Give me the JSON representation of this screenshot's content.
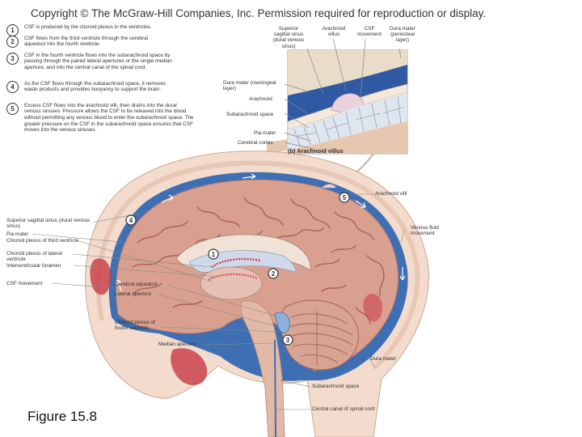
{
  "copyright": "Copyright © The McGraw-Hill Companies, Inc. Permission required for reproduction or display.",
  "steps": [
    {
      "num": "1",
      "text": "CSF is produced by the choroid plexus in the ventricles."
    },
    {
      "num": "2",
      "text": "CSF flows from the third ventricle through the cerebral aqueduct into the fourth ventricle."
    },
    {
      "num": "3",
      "text": "CSF in the fourth ventricle flows into the subarachnoid space by passing through the paired lateral apertures or the single median aperture, and into the central canal of the spinal cord."
    },
    {
      "num": "4",
      "text": "As the CSF flows through the subarachnoid space, it removes waste products and provides buoyancy to support the brain."
    },
    {
      "num": "5",
      "text": "Excess CSF flows into the arachnoid villi, then drains into the dural venous sinuses. Pressure allows the CSF to be released into the blood without permitting any venous blood to enter the subarachnoid space. The greater pressure on the CSF in the subarachnoid space ensures that CSF moves into the venous sinuses."
    }
  ],
  "inset": {
    "top_labels": [
      "Superior sagittal sinus (dural venous sinus)",
      "Arachnoid villus",
      "CSF movement",
      "Dura mater (periosteal layer)"
    ],
    "side_labels": [
      "Dura mater (meningeal layer)",
      "Arachnoid",
      "Subarachnoid space",
      "Pia mater",
      "Cerebral cortex"
    ],
    "caption": "(b) Arachnoid villus"
  },
  "brain_labels_left": [
    "Superior sagittal sinus (dural venous sinus)",
    "Pia mater",
    "Choroid plexus of third ventricle",
    "Choroid plexus of lateral ventricle",
    "Interventricular foramen",
    "CSF movement"
  ],
  "brain_labels_lower": [
    "Cerebral aqueduct",
    "Lateral aperture",
    "Choroid plexus of fourth ventricle",
    "Median aperture"
  ],
  "brain_labels_right": [
    "Arachnoid villi",
    "Venous fluid movement",
    "Dura mater",
    "Subarachnoid space",
    "Central canal of spinal cord"
  ],
  "markers": [
    "1",
    "2",
    "3",
    "4",
    "5"
  ],
  "figure_caption": "Figure 15.8",
  "colors": {
    "brain": "#d9a08f",
    "gyri_line": "#a8625a",
    "csf_blue": "#3f6fb3",
    "skull": "#f1d9c9",
    "choroid": "#c9434c"
  }
}
